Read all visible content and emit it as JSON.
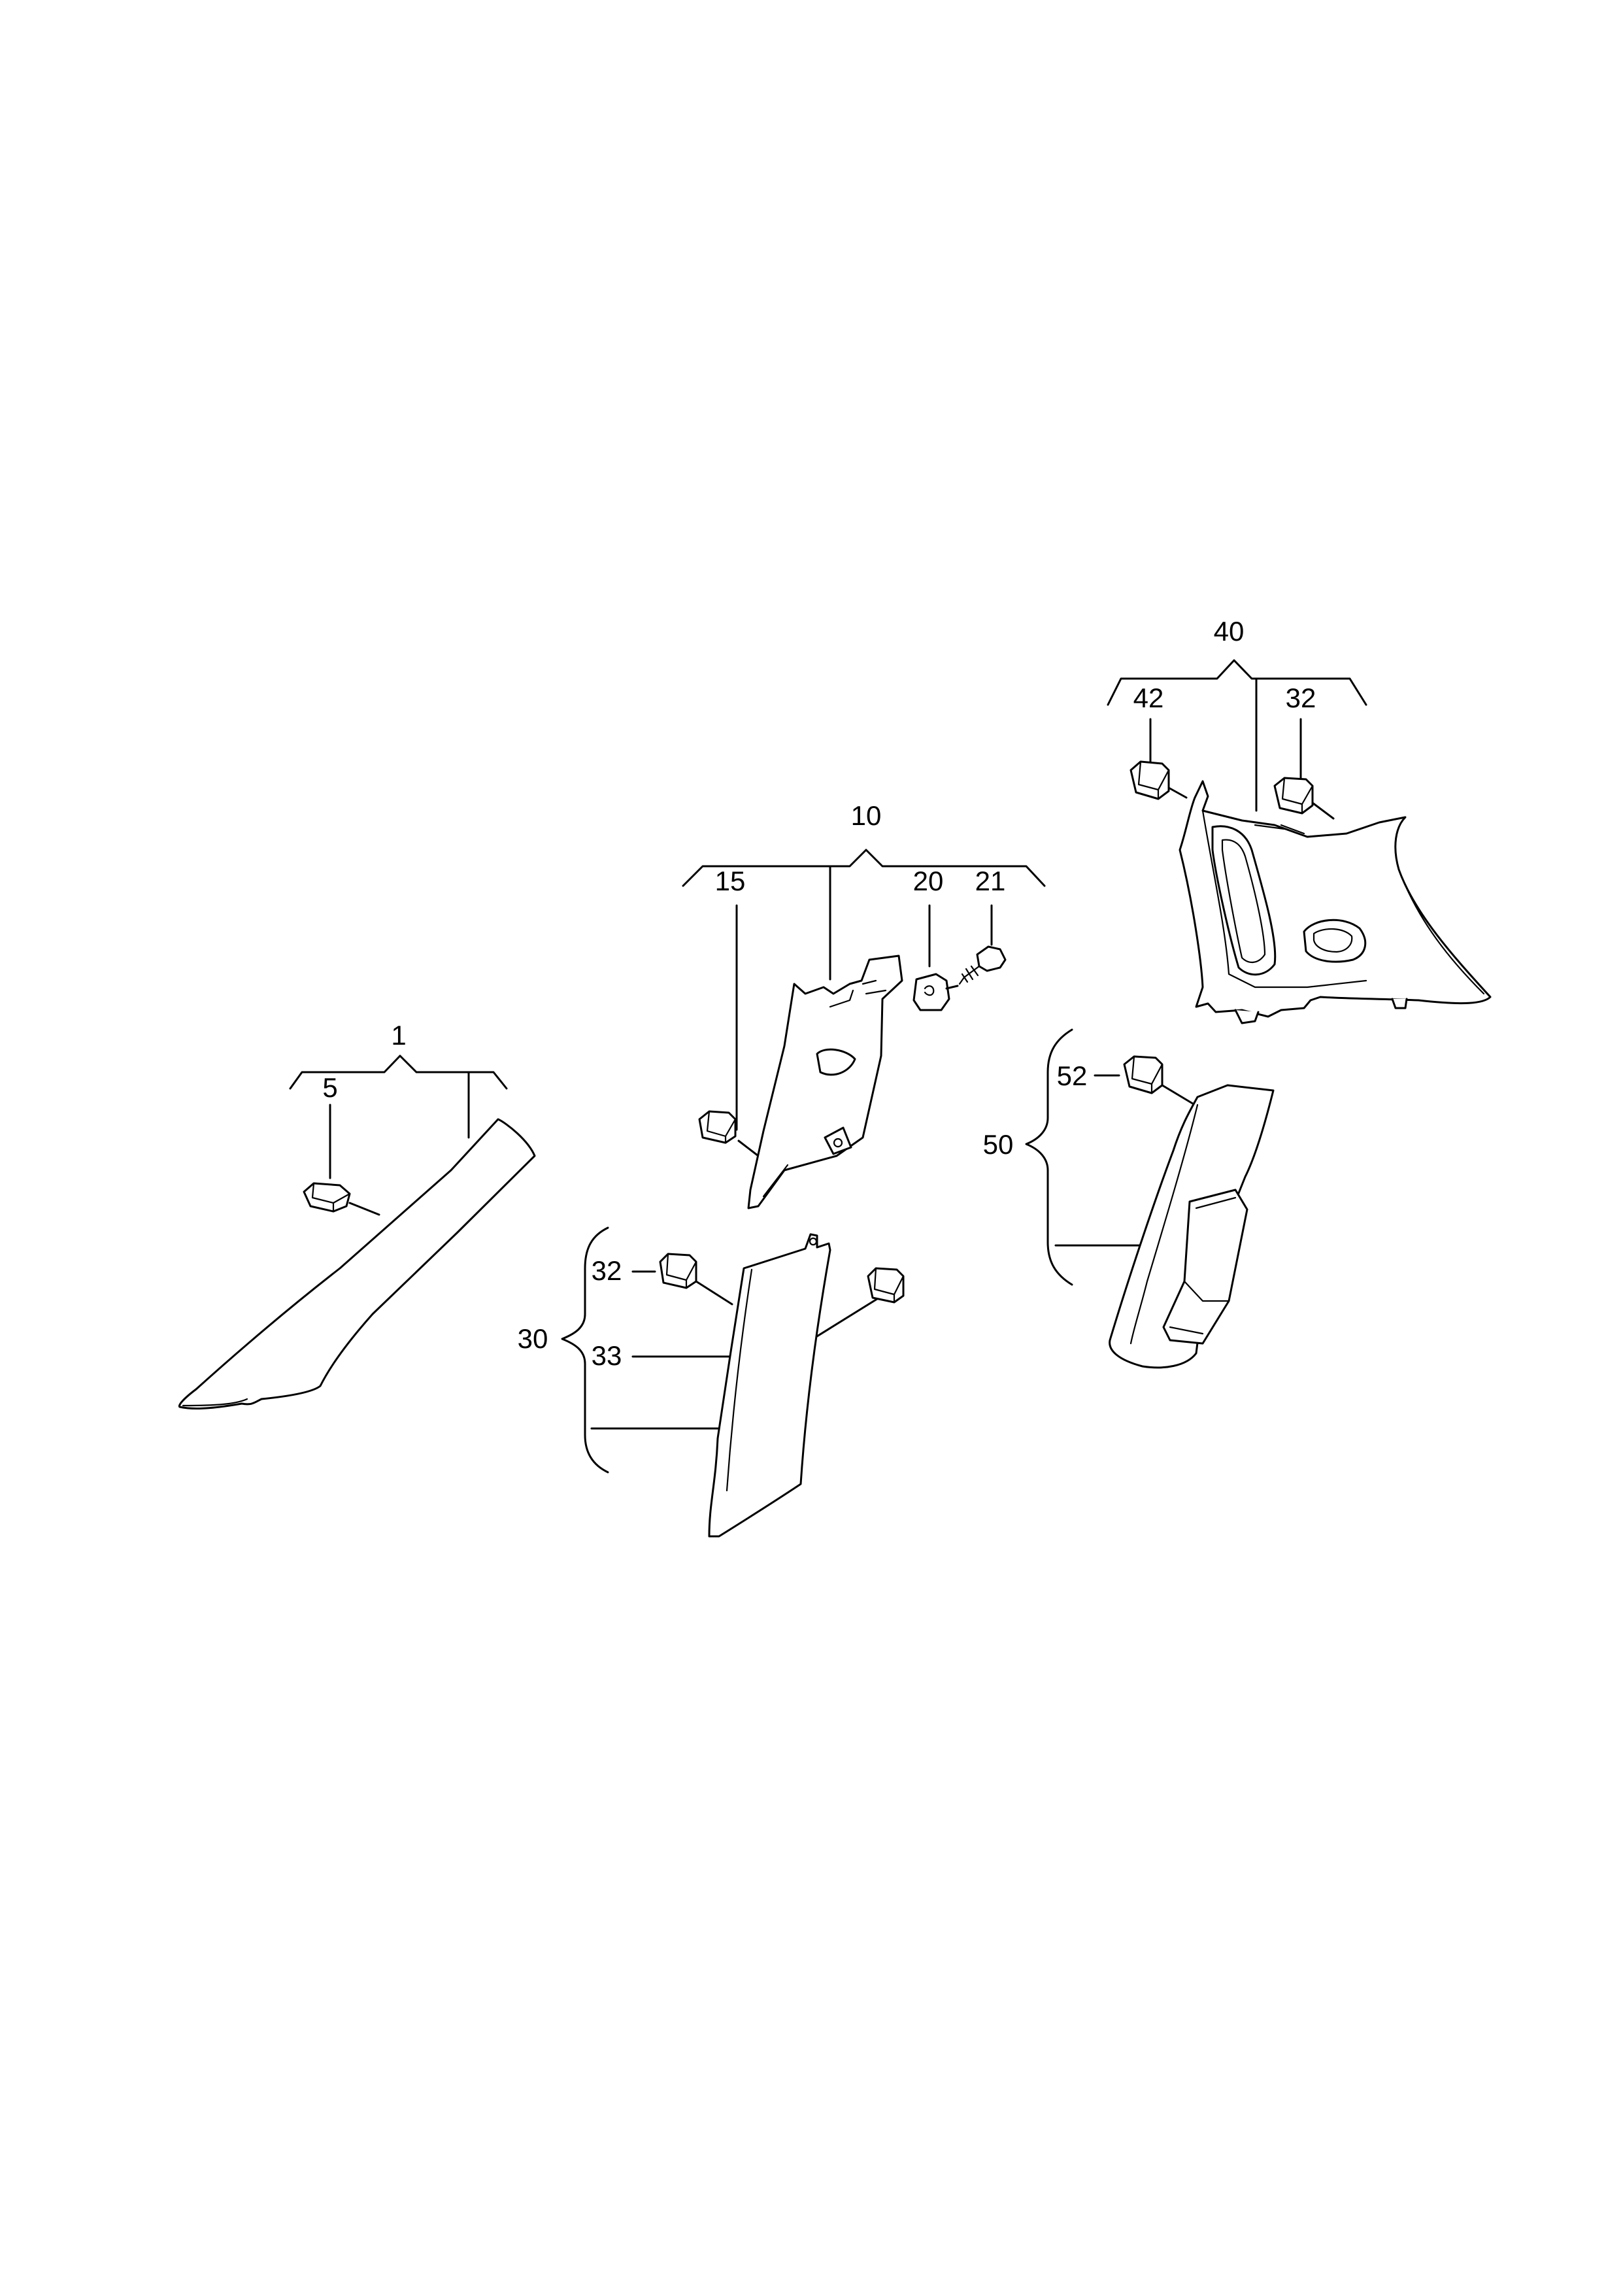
{
  "diagram": {
    "callouts": {
      "c1": "1",
      "c5": "5",
      "c10": "10",
      "c15": "15",
      "c20": "20",
      "c21": "21",
      "c30": "30",
      "c32a": "32",
      "c33": "33",
      "c40": "40",
      "c42": "42",
      "c32b": "32",
      "c50": "50",
      "c52": "52"
    }
  }
}
